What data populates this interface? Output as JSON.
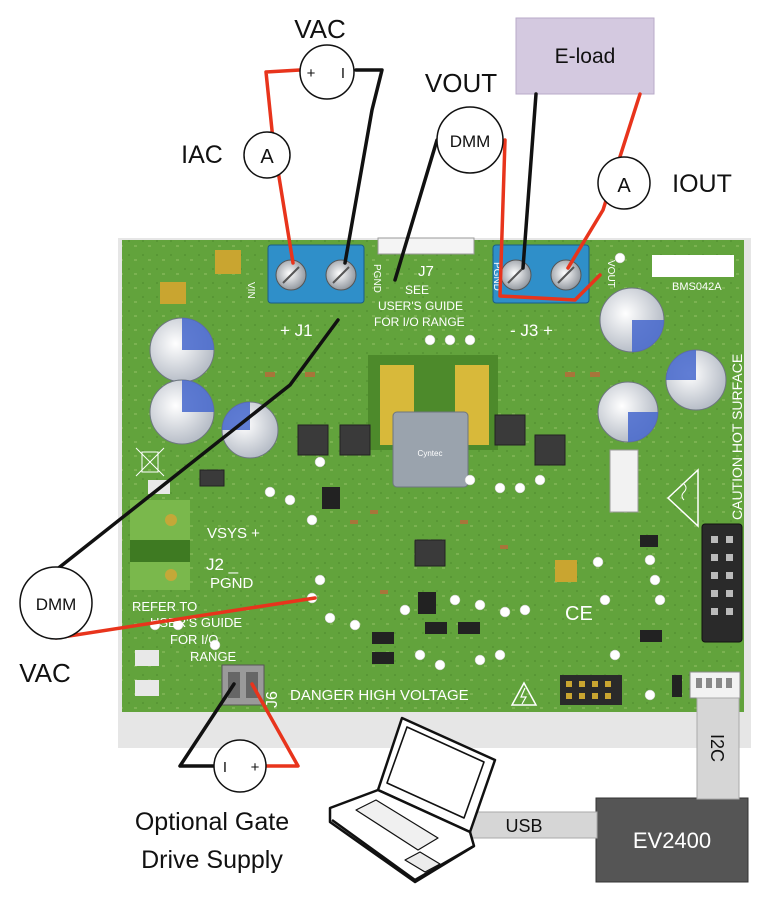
{
  "labels": {
    "vac_top": "VAC",
    "vout": "VOUT",
    "iac": "IAC",
    "iout": "IOUT",
    "vac_left": "VAC",
    "eload": "E-load",
    "ev2400": "EV2400",
    "usb": "USB",
    "i2c": "I2C",
    "gate_supply_line1": "Optional Gate",
    "gate_supply_line2": "Drive Supply",
    "dmm": "DMM",
    "ammeter": "A",
    "plus": "+",
    "minus": "I"
  },
  "board": {
    "id": "BMS042A",
    "j1": "+ J1",
    "j1_pin_vin": "VIN",
    "j1_pin_pgnd": "PGND",
    "j3": "- J3 +",
    "j3_pin_pgnd": "PGND",
    "j3_pin_vout": "VOUT",
    "j7": "J7",
    "see_guide_line1": "SEE",
    "see_guide_line2": "USER'S GUIDE",
    "see_guide_line3": "FOR I/O RANGE",
    "vsys": "VSYS +",
    "j2": "J2 _",
    "j2_pgnd": "PGND",
    "refer_line1": "REFER TO",
    "refer_line2": "USER'S GUIDE",
    "refer_line3": "FOR I/O",
    "refer_line4": "RANGE",
    "j6": "J6",
    "danger": "DANGER HIGH VOLTAGE",
    "caution": "CAUTION HOT SURFACE",
    "ce_mark": "CE",
    "inductor_brand": "Cyntec"
  },
  "colors": {
    "board_green": "#62a33c",
    "wire_red": "#e8341c",
    "wire_black": "#111111",
    "eload_fill": "#d4c9e0",
    "ev2400_fill": "#555555"
  }
}
